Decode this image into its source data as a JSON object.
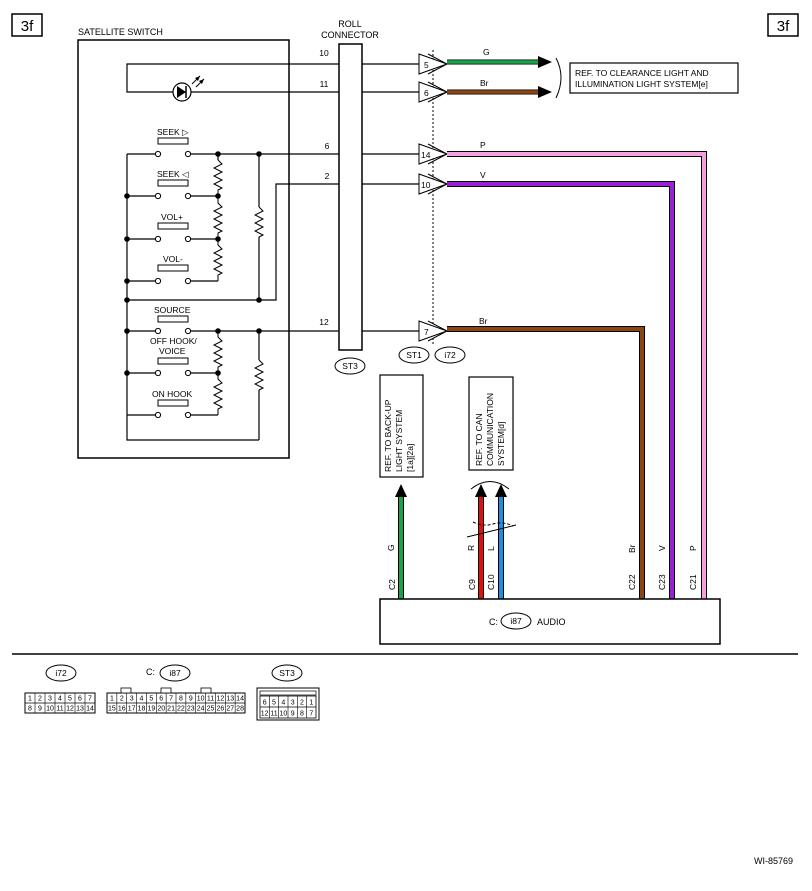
{
  "page_tags": {
    "left": "3f",
    "right": "3f"
  },
  "satellite_switch": {
    "title": "SATELLITE SWITCH",
    "labels": {
      "seek_up": "SEEK ▷",
      "seek_down": "SEEK ◁",
      "vol_up": "VOL+",
      "vol_down": "VOL-",
      "source": "SOURCE",
      "off_hook_1": "OFF HOOK/",
      "off_hook_2": "VOICE",
      "on_hook": "ON HOOK"
    }
  },
  "roll_connector": {
    "title_1": "ROLL",
    "title_2": "CONNECTOR",
    "id": "ST3",
    "pins": [
      "10",
      "11",
      "6",
      "2",
      "12"
    ]
  },
  "junction_connectors": [
    "ST1",
    "i72"
  ],
  "connector_pins": [
    "5",
    "6",
    "14",
    "10",
    "7"
  ],
  "wire_colors": {
    "g_top": "G",
    "br_top": "Br",
    "p": "P",
    "v": "V",
    "br_mid": "Br",
    "g_bottom": "G",
    "r": "R",
    "l": "L",
    "br_v": "Br",
    "v_v": "V",
    "p_v": "P"
  },
  "colors": {
    "green": "#1aa34a",
    "brown": "#8b4513",
    "pink": "#f3a1de",
    "violet": "#9b1fd6",
    "red": "#e01010",
    "blue": "#1e8fe0"
  },
  "refs": {
    "clearance_1": "REF. TO CLEARANCE LIGHT AND",
    "clearance_2": "ILLUMINATION LIGHT SYSTEM[e]",
    "backup_1": "REF. TO BACK-UP",
    "backup_2": "LIGHT SYSTEM",
    "backup_3": "[1a][2a]",
    "can_1": "REF. TO CAN",
    "can_2": "COMMUNICATION",
    "can_3": "SYSTEM[d]"
  },
  "audio": {
    "prefix": "C:",
    "id": "i87",
    "label": "AUDIO",
    "pins": [
      "C2",
      "C9",
      "C10",
      "C22",
      "C23",
      "C21"
    ]
  },
  "legend": {
    "i72": {
      "id": "i72",
      "row1": [
        "1",
        "2",
        "3",
        "4",
        "5",
        "6",
        "7"
      ],
      "row2": [
        "8",
        "9",
        "10",
        "11",
        "12",
        "13",
        "14"
      ]
    },
    "i87": {
      "prefix": "C:",
      "id": "i87",
      "row1": [
        "1",
        "2",
        "3",
        "4",
        "5",
        "6",
        "7",
        "8",
        "9",
        "10",
        "11",
        "12",
        "13",
        "14"
      ],
      "row2": [
        "15",
        "16",
        "17",
        "18",
        "19",
        "20",
        "21",
        "22",
        "23",
        "24",
        "25",
        "26",
        "27",
        "28"
      ]
    },
    "st3": {
      "id": "ST3",
      "row1": [
        "6",
        "5",
        "4",
        "3",
        "2",
        "1"
      ],
      "row2": [
        "12",
        "11",
        "10",
        "9",
        "8",
        "7"
      ]
    }
  },
  "figure_id": "WI-85769"
}
